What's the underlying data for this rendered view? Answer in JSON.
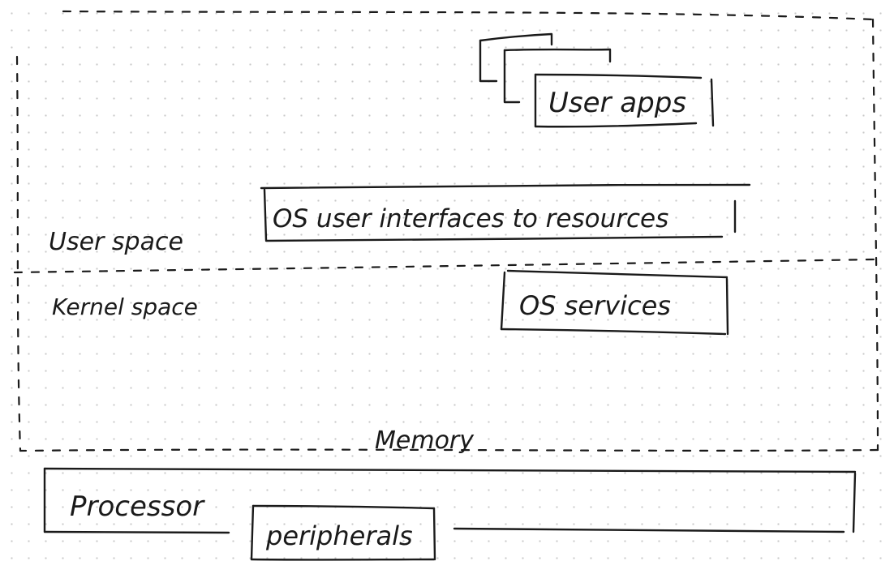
{
  "diagram": {
    "regions": {
      "user_space": "User space",
      "kernel_space": "Kernel space",
      "memory": "Memory"
    },
    "boxes": {
      "user_apps": "User apps",
      "os_user_interfaces": "OS user interfaces to resources",
      "os_services": "OS services",
      "processor": "Processor",
      "peripherals": "peripherals"
    }
  }
}
